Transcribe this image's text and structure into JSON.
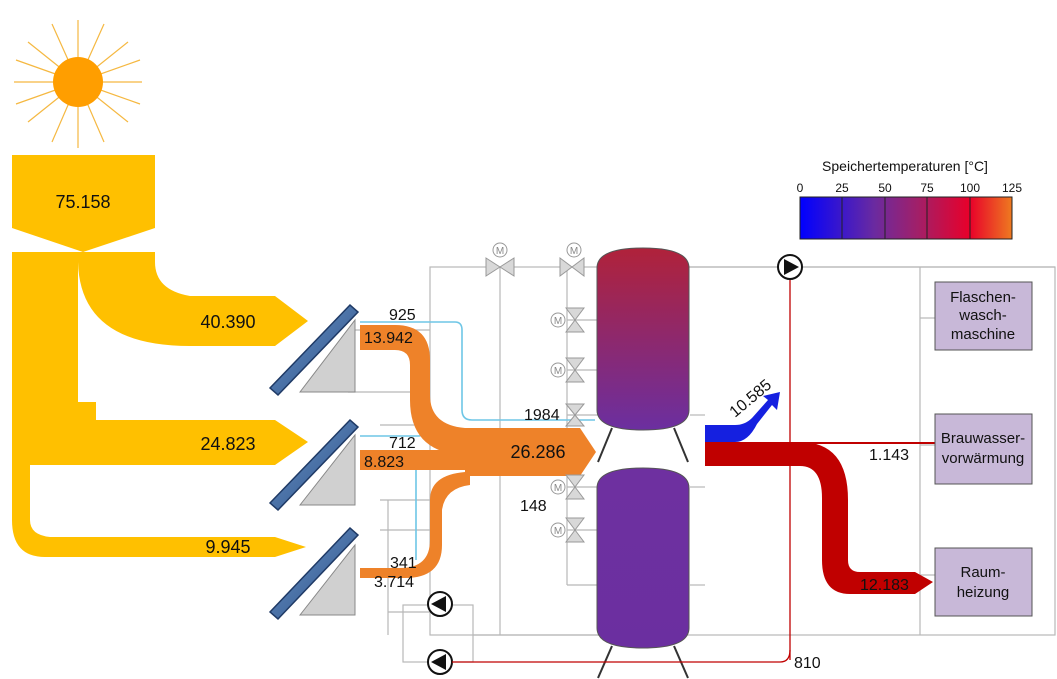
{
  "colors": {
    "solar": "#FFC000",
    "sun_core": "#FF9E00",
    "sun_rays": "#F5B841",
    "collector_flow": "#EE8229",
    "cold_flow": "#1520E0",
    "heat_flow": "#C00000",
    "return_line": "#6EC6E6",
    "pipe": "#B8B8B8",
    "consumer_box": "#C8B8D8",
    "tank_top": "#B0223A",
    "tank_bottom": "#6B2FA0"
  },
  "flows": {
    "solar_total": "75.158",
    "collector1_solar": "40.390",
    "collector2_solar": "24.823",
    "collector3_solar": "9.945",
    "collector1_yield": "13.942",
    "collector1_loss": "925",
    "collector2_yield": "8.823",
    "collector2_loss": "712",
    "collector3_yield": "3.714",
    "collector3_loss": "341",
    "tank_input": "26.286",
    "upper_tank_flow": "1984",
    "lower_tank_flow": "148",
    "cold_return": "10.585",
    "brewing_water_heat": "1.143",
    "space_heating_heat": "12.183",
    "pump_loss": "810"
  },
  "legend": {
    "title": "Speichertemperaturen [°C]",
    "ticks": [
      "0",
      "25",
      "50",
      "75",
      "100",
      "125"
    ]
  },
  "consumers": {
    "bottle_washer": [
      "Flaschen-",
      "wasch-",
      "maschine"
    ],
    "brewing_water": [
      "Brauwasser-",
      "vorwärmung"
    ],
    "space_heating": [
      "Raum-",
      "heizung"
    ]
  },
  "icons": {
    "valve_motor_label": "M"
  }
}
